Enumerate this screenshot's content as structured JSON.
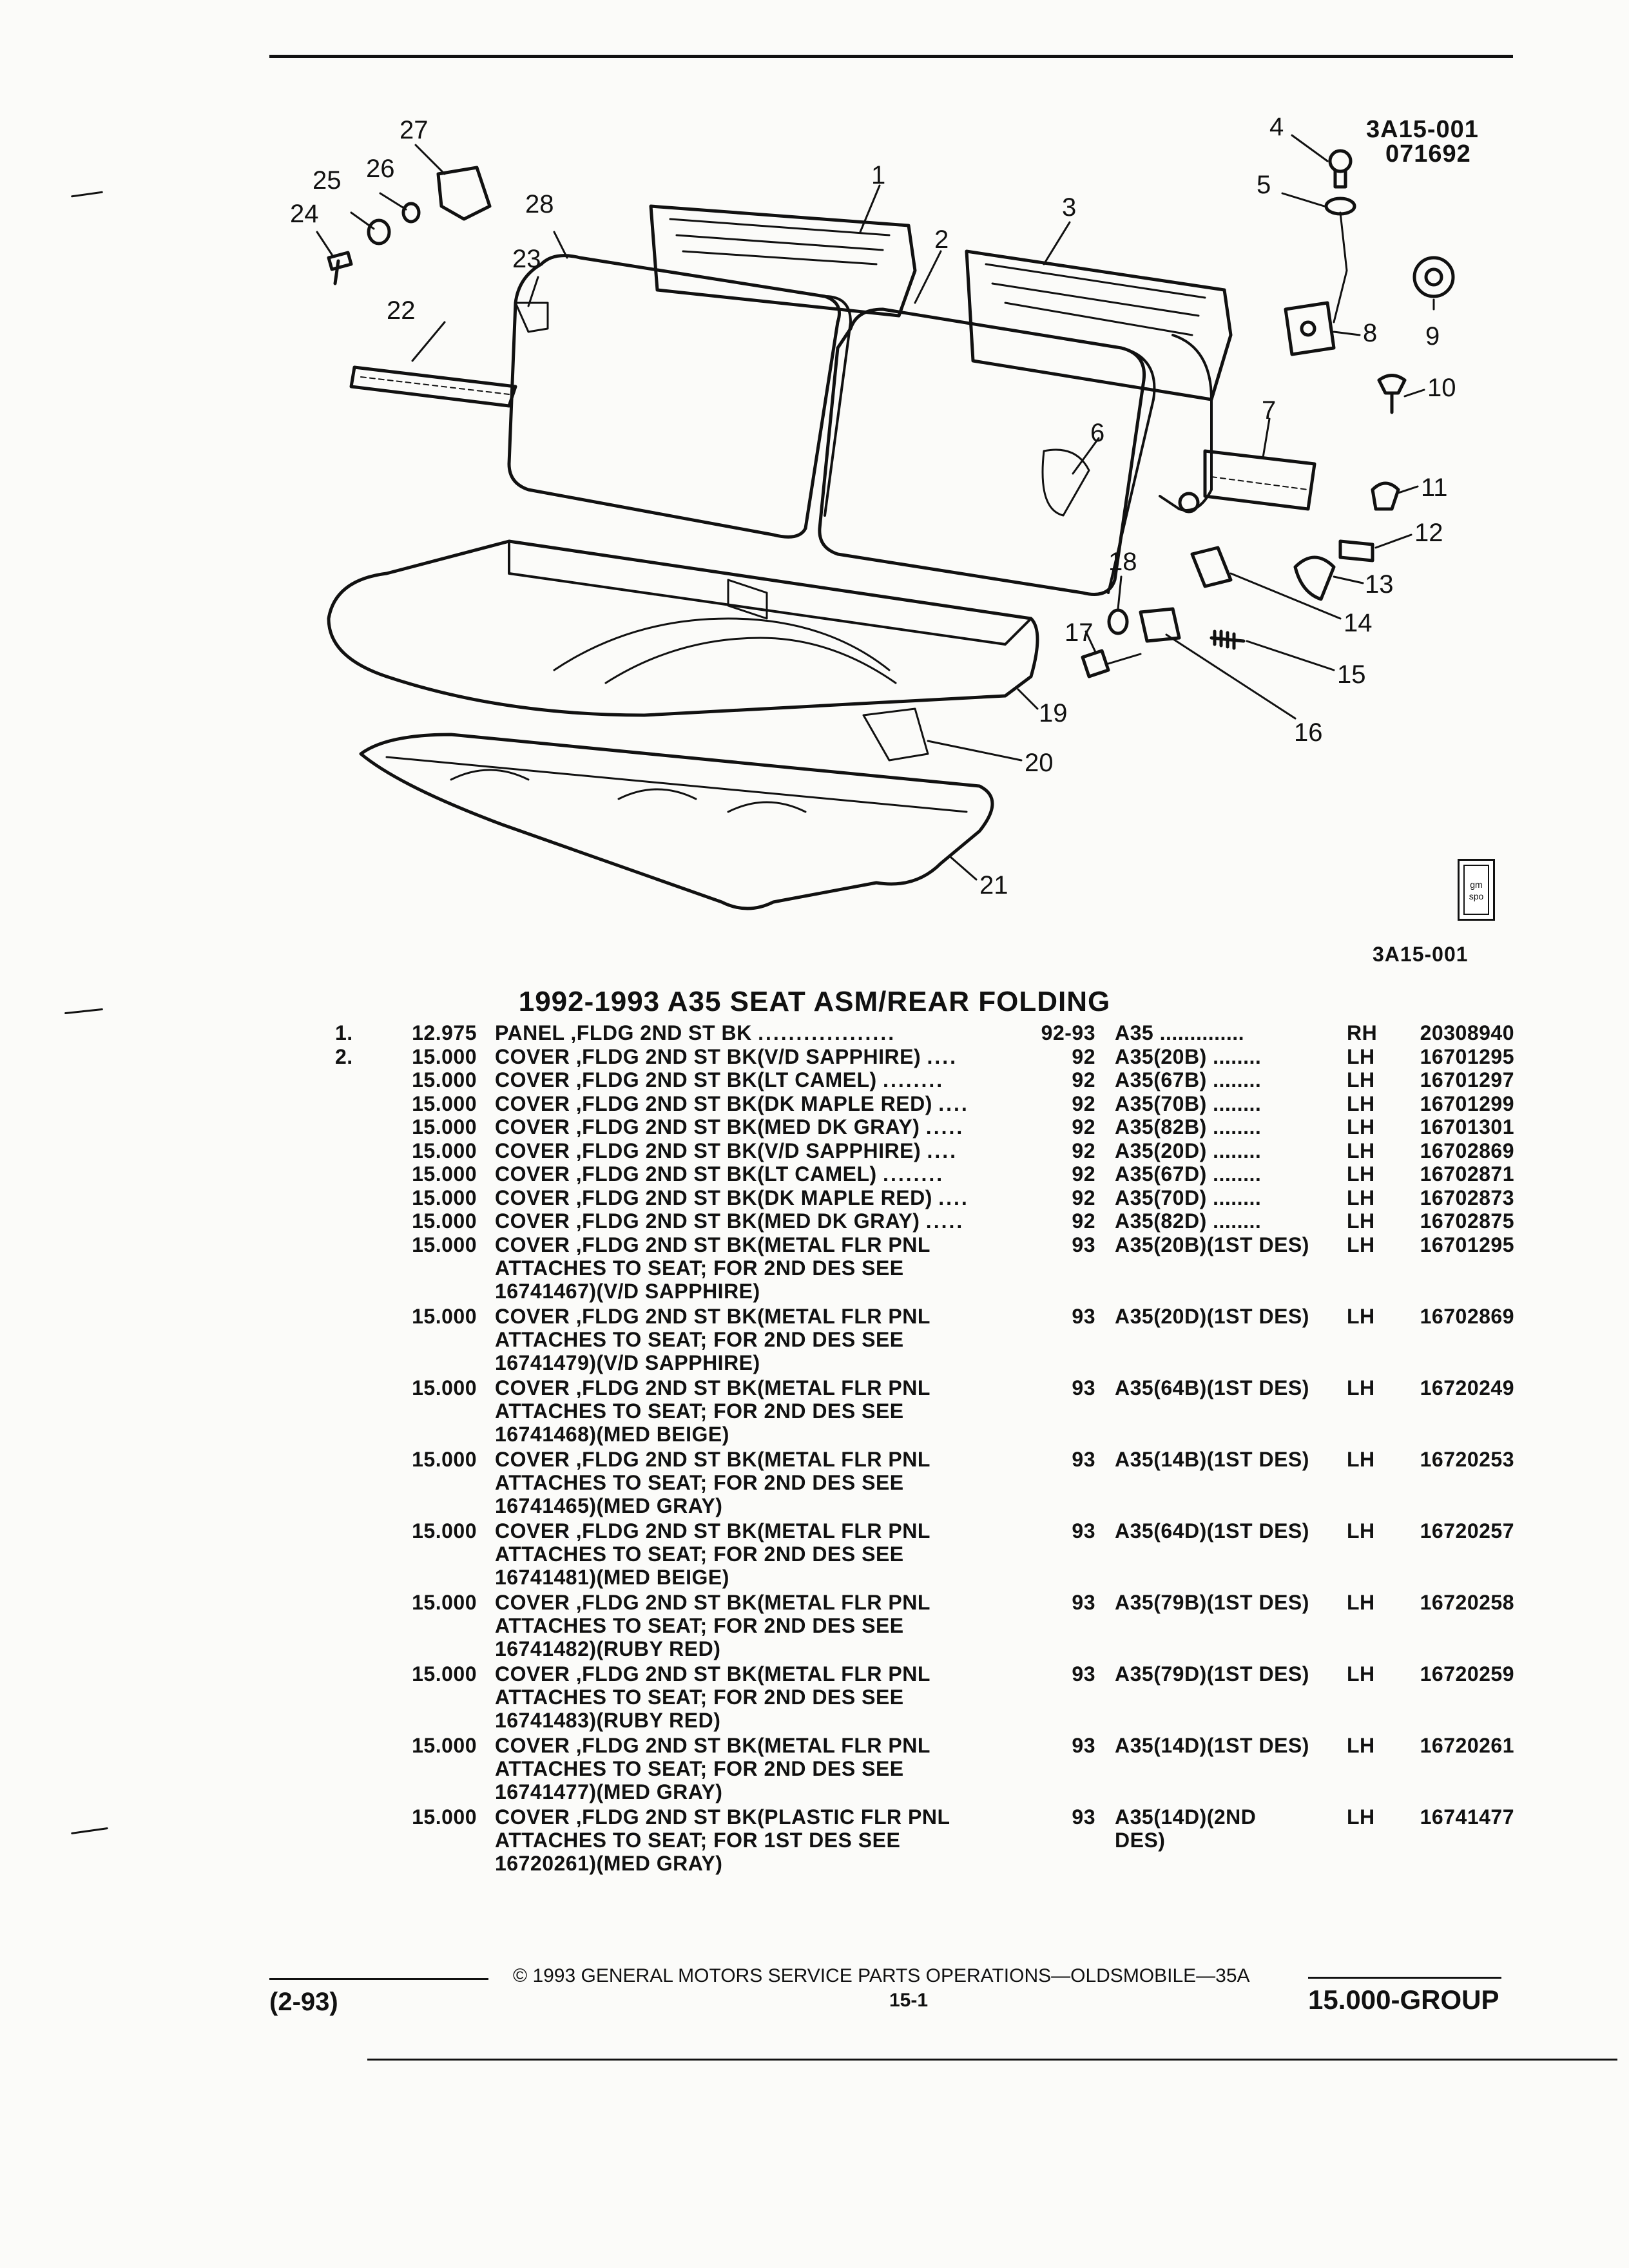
{
  "figure": {
    "ref_code": "3A15-001",
    "ref_date": "071692",
    "caption_code": "3A15-001",
    "stamp_text": "gm spo",
    "callouts": [
      "1",
      "2",
      "3",
      "4",
      "5",
      "6",
      "7",
      "8",
      "9",
      "10",
      "11",
      "12",
      "13",
      "14",
      "15",
      "16",
      "17",
      "18",
      "19",
      "20",
      "21",
      "22",
      "23",
      "24",
      "25",
      "26",
      "27",
      "28"
    ]
  },
  "section_title": "1992-1993 A35 SEAT ASM/REAR FOLDING",
  "parts": [
    {
      "item": "1.",
      "group": "12.975",
      "desc": [
        "PANEL ,FLDG 2ND ST BK"
      ],
      "dots": "..................",
      "year": "92-93",
      "model": "A35 ..............",
      "side": "RH",
      "part_no": "20308940"
    },
    {
      "item": "2.",
      "group": "15.000",
      "desc": [
        "COVER ,FLDG 2ND ST BK(V/D SAPPHIRE)"
      ],
      "dots": "....",
      "year": "92",
      "model": "A35(20B) ........",
      "side": "LH",
      "part_no": "16701295"
    },
    {
      "item": "",
      "group": "15.000",
      "desc": [
        "COVER ,FLDG 2ND ST BK(LT CAMEL)"
      ],
      "dots": "........",
      "year": "92",
      "model": "A35(67B) ........",
      "side": "LH",
      "part_no": "16701297"
    },
    {
      "item": "",
      "group": "15.000",
      "desc": [
        "COVER ,FLDG 2ND ST BK(DK MAPLE RED)"
      ],
      "dots": "....",
      "year": "92",
      "model": "A35(70B) ........",
      "side": "LH",
      "part_no": "16701299"
    },
    {
      "item": "",
      "group": "15.000",
      "desc": [
        "COVER ,FLDG 2ND ST BK(MED DK GRAY)"
      ],
      "dots": ".....",
      "year": "92",
      "model": "A35(82B) ........",
      "side": "LH",
      "part_no": "16701301"
    },
    {
      "item": "",
      "group": "15.000",
      "desc": [
        "COVER ,FLDG 2ND ST BK(V/D SAPPHIRE)"
      ],
      "dots": "....",
      "year": "92",
      "model": "A35(20D) ........",
      "side": "LH",
      "part_no": "16702869"
    },
    {
      "item": "",
      "group": "15.000",
      "desc": [
        "COVER ,FLDG 2ND ST BK(LT CAMEL)"
      ],
      "dots": "........",
      "year": "92",
      "model": "A35(67D) ........",
      "side": "LH",
      "part_no": "16702871"
    },
    {
      "item": "",
      "group": "15.000",
      "desc": [
        "COVER ,FLDG 2ND ST BK(DK MAPLE RED)"
      ],
      "dots": "....",
      "year": "92",
      "model": "A35(70D) ........",
      "side": "LH",
      "part_no": "16702873"
    },
    {
      "item": "",
      "group": "15.000",
      "desc": [
        "COVER ,FLDG 2ND ST BK(MED DK GRAY)"
      ],
      "dots": ".....",
      "year": "92",
      "model": "A35(82D) ........",
      "side": "LH",
      "part_no": "16702875"
    },
    {
      "item": "",
      "group": "15.000",
      "desc": [
        "COVER ,FLDG 2ND ST BK(METAL FLR PNL",
        "ATTACHES TO SEAT; FOR 2ND DES SEE",
        "16741467)(V/D SAPPHIRE)"
      ],
      "dots": "",
      "year": "93",
      "model": "A35(20B)(1ST DES)",
      "side": "LH",
      "part_no": "16701295"
    },
    {
      "item": "",
      "group": "15.000",
      "desc": [
        "COVER ,FLDG 2ND ST BK(METAL FLR PNL",
        "ATTACHES TO SEAT; FOR 2ND DES SEE",
        "16741479)(V/D SAPPHIRE)"
      ],
      "dots": "",
      "year": "93",
      "model": "A35(20D)(1ST DES)",
      "side": "LH",
      "part_no": "16702869"
    },
    {
      "item": "",
      "group": "15.000",
      "desc": [
        "COVER ,FLDG 2ND ST BK(METAL FLR PNL",
        "ATTACHES TO SEAT; FOR 2ND DES SEE",
        "16741468)(MED BEIGE)"
      ],
      "dots": "",
      "year": "93",
      "model": "A35(64B)(1ST DES)",
      "side": "LH",
      "part_no": "16720249"
    },
    {
      "item": "",
      "group": "15.000",
      "desc": [
        "COVER ,FLDG 2ND ST BK(METAL FLR PNL",
        "ATTACHES TO SEAT; FOR 2ND DES SEE",
        "16741465)(MED GRAY)"
      ],
      "dots": "",
      "year": "93",
      "model": "A35(14B)(1ST DES)",
      "side": "LH",
      "part_no": "16720253"
    },
    {
      "item": "",
      "group": "15.000",
      "desc": [
        "COVER ,FLDG 2ND ST BK(METAL FLR PNL",
        "ATTACHES TO SEAT; FOR 2ND DES SEE",
        "16741481)(MED BEIGE)"
      ],
      "dots": "",
      "year": "93",
      "model": "A35(64D)(1ST DES)",
      "side": "LH",
      "part_no": "16720257"
    },
    {
      "item": "",
      "group": "15.000",
      "desc": [
        "COVER ,FLDG 2ND ST BK(METAL FLR PNL",
        "ATTACHES TO SEAT; FOR 2ND DES SEE",
        "16741482)(RUBY RED)"
      ],
      "dots": "",
      "year": "93",
      "model": "A35(79B)(1ST DES)",
      "side": "LH",
      "part_no": "16720258"
    },
    {
      "item": "",
      "group": "15.000",
      "desc": [
        "COVER ,FLDG 2ND ST BK(METAL FLR PNL",
        "ATTACHES TO SEAT; FOR 2ND DES SEE",
        "16741483)(RUBY RED)"
      ],
      "dots": "",
      "year": "93",
      "model": "A35(79D)(1ST DES)",
      "side": "LH",
      "part_no": "16720259"
    },
    {
      "item": "",
      "group": "15.000",
      "desc": [
        "COVER ,FLDG 2ND ST BK(METAL FLR PNL",
        "ATTACHES TO SEAT; FOR 2ND DES SEE",
        "16741477)(MED GRAY)"
      ],
      "dots": "",
      "year": "93",
      "model": "A35(14D)(1ST DES)",
      "side": "LH",
      "part_no": "16720261"
    },
    {
      "item": "",
      "group": "15.000",
      "desc": [
        "COVER ,FLDG 2ND ST BK(PLASTIC FLR PNL",
        "ATTACHES TO SEAT; FOR 1ST DES SEE",
        "16720261)(MED GRAY)"
      ],
      "dots": "",
      "year": "93",
      "model": "A35(14D)(2ND",
      "model2": "DES)",
      "side": "LH",
      "part_no": "16741477"
    }
  ],
  "footer": {
    "copyright": "© 1993 GENERAL MOTORS SERVICE PARTS OPERATIONS—OLDSMOBILE—35A",
    "page": "15-1",
    "date_code": "(2-93)",
    "group": "15.000-GROUP"
  }
}
